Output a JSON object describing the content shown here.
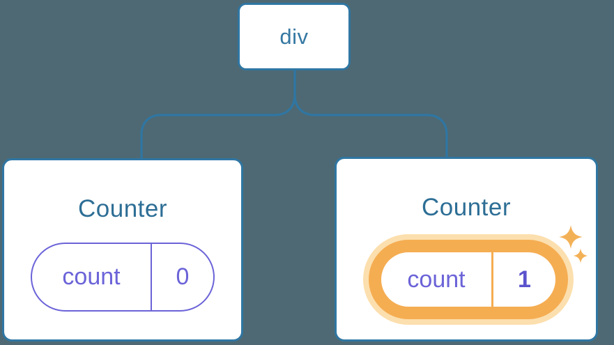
{
  "diagram": {
    "root": {
      "label": "div"
    },
    "children": [
      {
        "title": "Counter",
        "state_key": "count",
        "state_value": "0",
        "highlighted": false
      },
      {
        "title": "Counter",
        "state_key": "count",
        "state_value": "1",
        "highlighted": true
      }
    ]
  },
  "colors": {
    "background": "#4e6973",
    "box_border_blue": "#2f76a3",
    "box_fill": "#ffffff",
    "root_label_text": "#3578a2",
    "component_title_text": "#2d6e95",
    "state_purple": "#6b63d8",
    "highlight_value_purple": "#5b53cd",
    "highlight_orange_ring": "#f5ad52",
    "highlight_orange_halo": "#fcdfae",
    "sparkle_orange": "#f3b157"
  }
}
